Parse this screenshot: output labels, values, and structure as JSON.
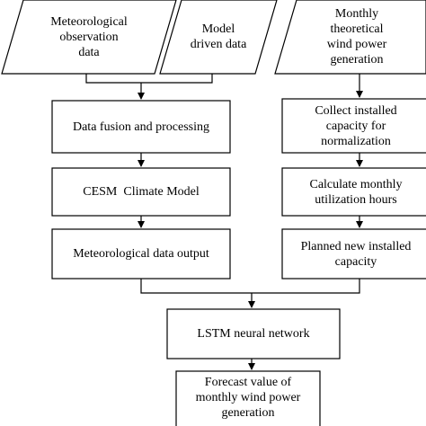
{
  "inputs": {
    "meteorological": [
      "Meteorological",
      "observation",
      "data"
    ],
    "model": [
      "Model",
      "driven data"
    ],
    "monthly": [
      "Monthly",
      "theoretical",
      "wind power",
      "generation"
    ]
  },
  "left_chain": {
    "fusion": "Data fusion and processing",
    "cesm": "CESM  Climate Model",
    "output": "Meteorological data output"
  },
  "right_chain": {
    "collect": [
      "Collect installed",
      "capacity for",
      "normalization"
    ],
    "calculate": [
      "Calculate monthly",
      "utilization hours"
    ],
    "planned": [
      "Planned new installed",
      "capacity"
    ]
  },
  "merge": {
    "lstm": "LSTM neural network",
    "forecast": [
      "Forecast value of",
      "monthly wind power",
      "generation"
    ]
  }
}
